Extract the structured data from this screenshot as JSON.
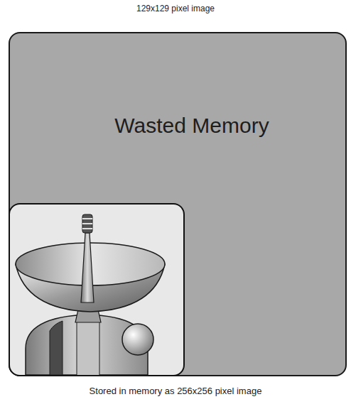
{
  "diagram": {
    "caption": "Stored in memory as 256x256 pixel image",
    "nodes": [
      {
        "text": [
          "Wasted Memory"
        ]
      }
    ],
    "labels": [
      "129x129 pixel image"
    ]
  }
}
